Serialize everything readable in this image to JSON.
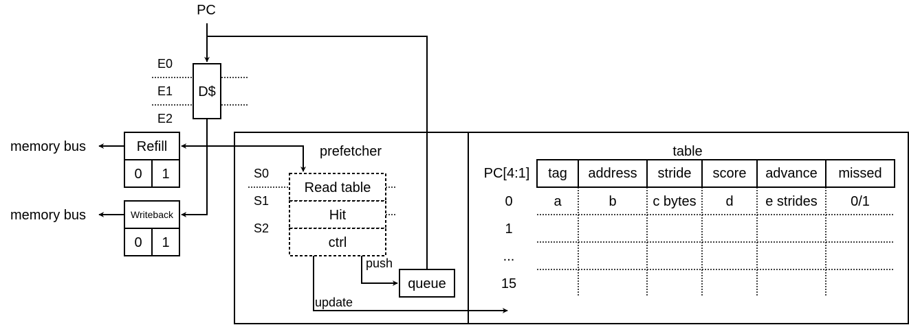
{
  "pc_label": "PC",
  "dcache": {
    "label": "D$",
    "stages": [
      "E0",
      "E1",
      "E2"
    ]
  },
  "refill": {
    "label": "Refill",
    "cells": [
      "0",
      "1"
    ],
    "bus_label": "memory bus"
  },
  "writeback": {
    "label": "Writeback",
    "cells": [
      "0",
      "1"
    ],
    "bus_label": "memory bus"
  },
  "prefetcher": {
    "title": "prefetcher",
    "stages": [
      "S0",
      "S1",
      "S2"
    ],
    "pipeline": [
      "Read table",
      "Hit",
      "ctrl"
    ],
    "push_label": "push",
    "update_label": "update",
    "queue_label": "queue"
  },
  "table": {
    "title": "table",
    "index_header": "PC[4:1]",
    "columns": [
      "tag",
      "address",
      "stride",
      "score",
      "advance",
      "missed"
    ],
    "rows": [
      {
        "index": "0",
        "cells": [
          "a",
          "b",
          "c bytes",
          "d",
          "e strides",
          "0/1"
        ]
      },
      {
        "index": "1",
        "cells": [
          "",
          "",
          "",
          "",
          "",
          ""
        ]
      },
      {
        "index": "...",
        "cells": [
          "",
          "",
          "",
          "",
          "",
          ""
        ]
      },
      {
        "index": "15",
        "cells": [
          "",
          "",
          "",
          "",
          "",
          ""
        ]
      }
    ]
  }
}
